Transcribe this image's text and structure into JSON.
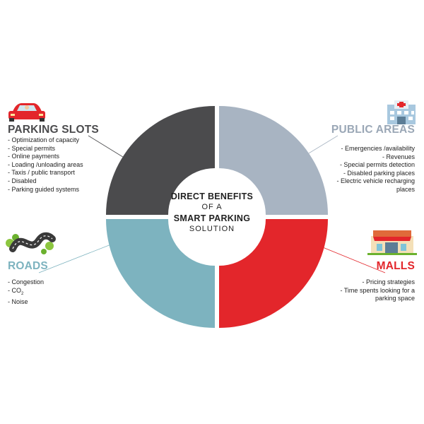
{
  "center": {
    "line1": "DIRECT BENEFITS",
    "line2": "OF A",
    "line3": "SMART PARKING",
    "line4": "SOLUTION"
  },
  "sections": {
    "parking_slots": {
      "title": "PARKING SLOTS",
      "color": "#4b4b4d",
      "items": [
        "- Optimization of capacity",
        "- Special permits",
        "- Online payments",
        "- Loading /unloading areas",
        "- Taxis / public transport",
        "- Disabled",
        "- Parking guided systems"
      ]
    },
    "public_areas": {
      "title": "PUBLIC AREAS",
      "color": "#a8b4c2",
      "items": [
        "- Emergencies /availability",
        "- Revenues",
        "- Special permits detection",
        "- Disabled parking places",
        "- Electric vehicle recharging places"
      ]
    },
    "roads": {
      "title": "ROADS",
      "color": "#7db3bf",
      "items": [
        "- Congestion",
        "- CO",
        "- Noise"
      ],
      "co2_subscript": "2"
    },
    "malls": {
      "title": "MALLS",
      "color": "#e3262b",
      "items": [
        "- Pricing strategies",
        "- Time spents looking for a parking space"
      ]
    }
  },
  "icons": {
    "parking_slots": "car-icon",
    "public_areas": "hospital-icon",
    "roads": "road-icon",
    "malls": "mall-icon"
  }
}
